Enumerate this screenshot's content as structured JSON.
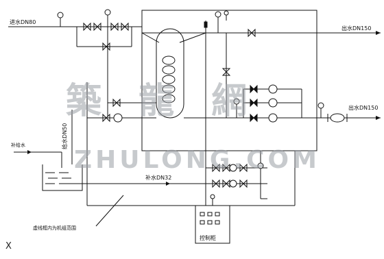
{
  "labels": {
    "inlet_pipe": "进水DN80",
    "outlet_top": "出水DN150",
    "outlet_right": "出水DN150",
    "vertical_pipe": "给水DN50",
    "feed_water": "补给水",
    "mid_pipe": "补水DN32",
    "control_cabinet": "控制柜",
    "caption": "虚线框内为机组范围"
  },
  "watermark": {
    "chinese": "築 龍 網",
    "latin": "ZHULONG.COM"
  },
  "corner_mark": "X",
  "colors": {
    "line": "#111111",
    "watermark": "#9aa0a6"
  }
}
